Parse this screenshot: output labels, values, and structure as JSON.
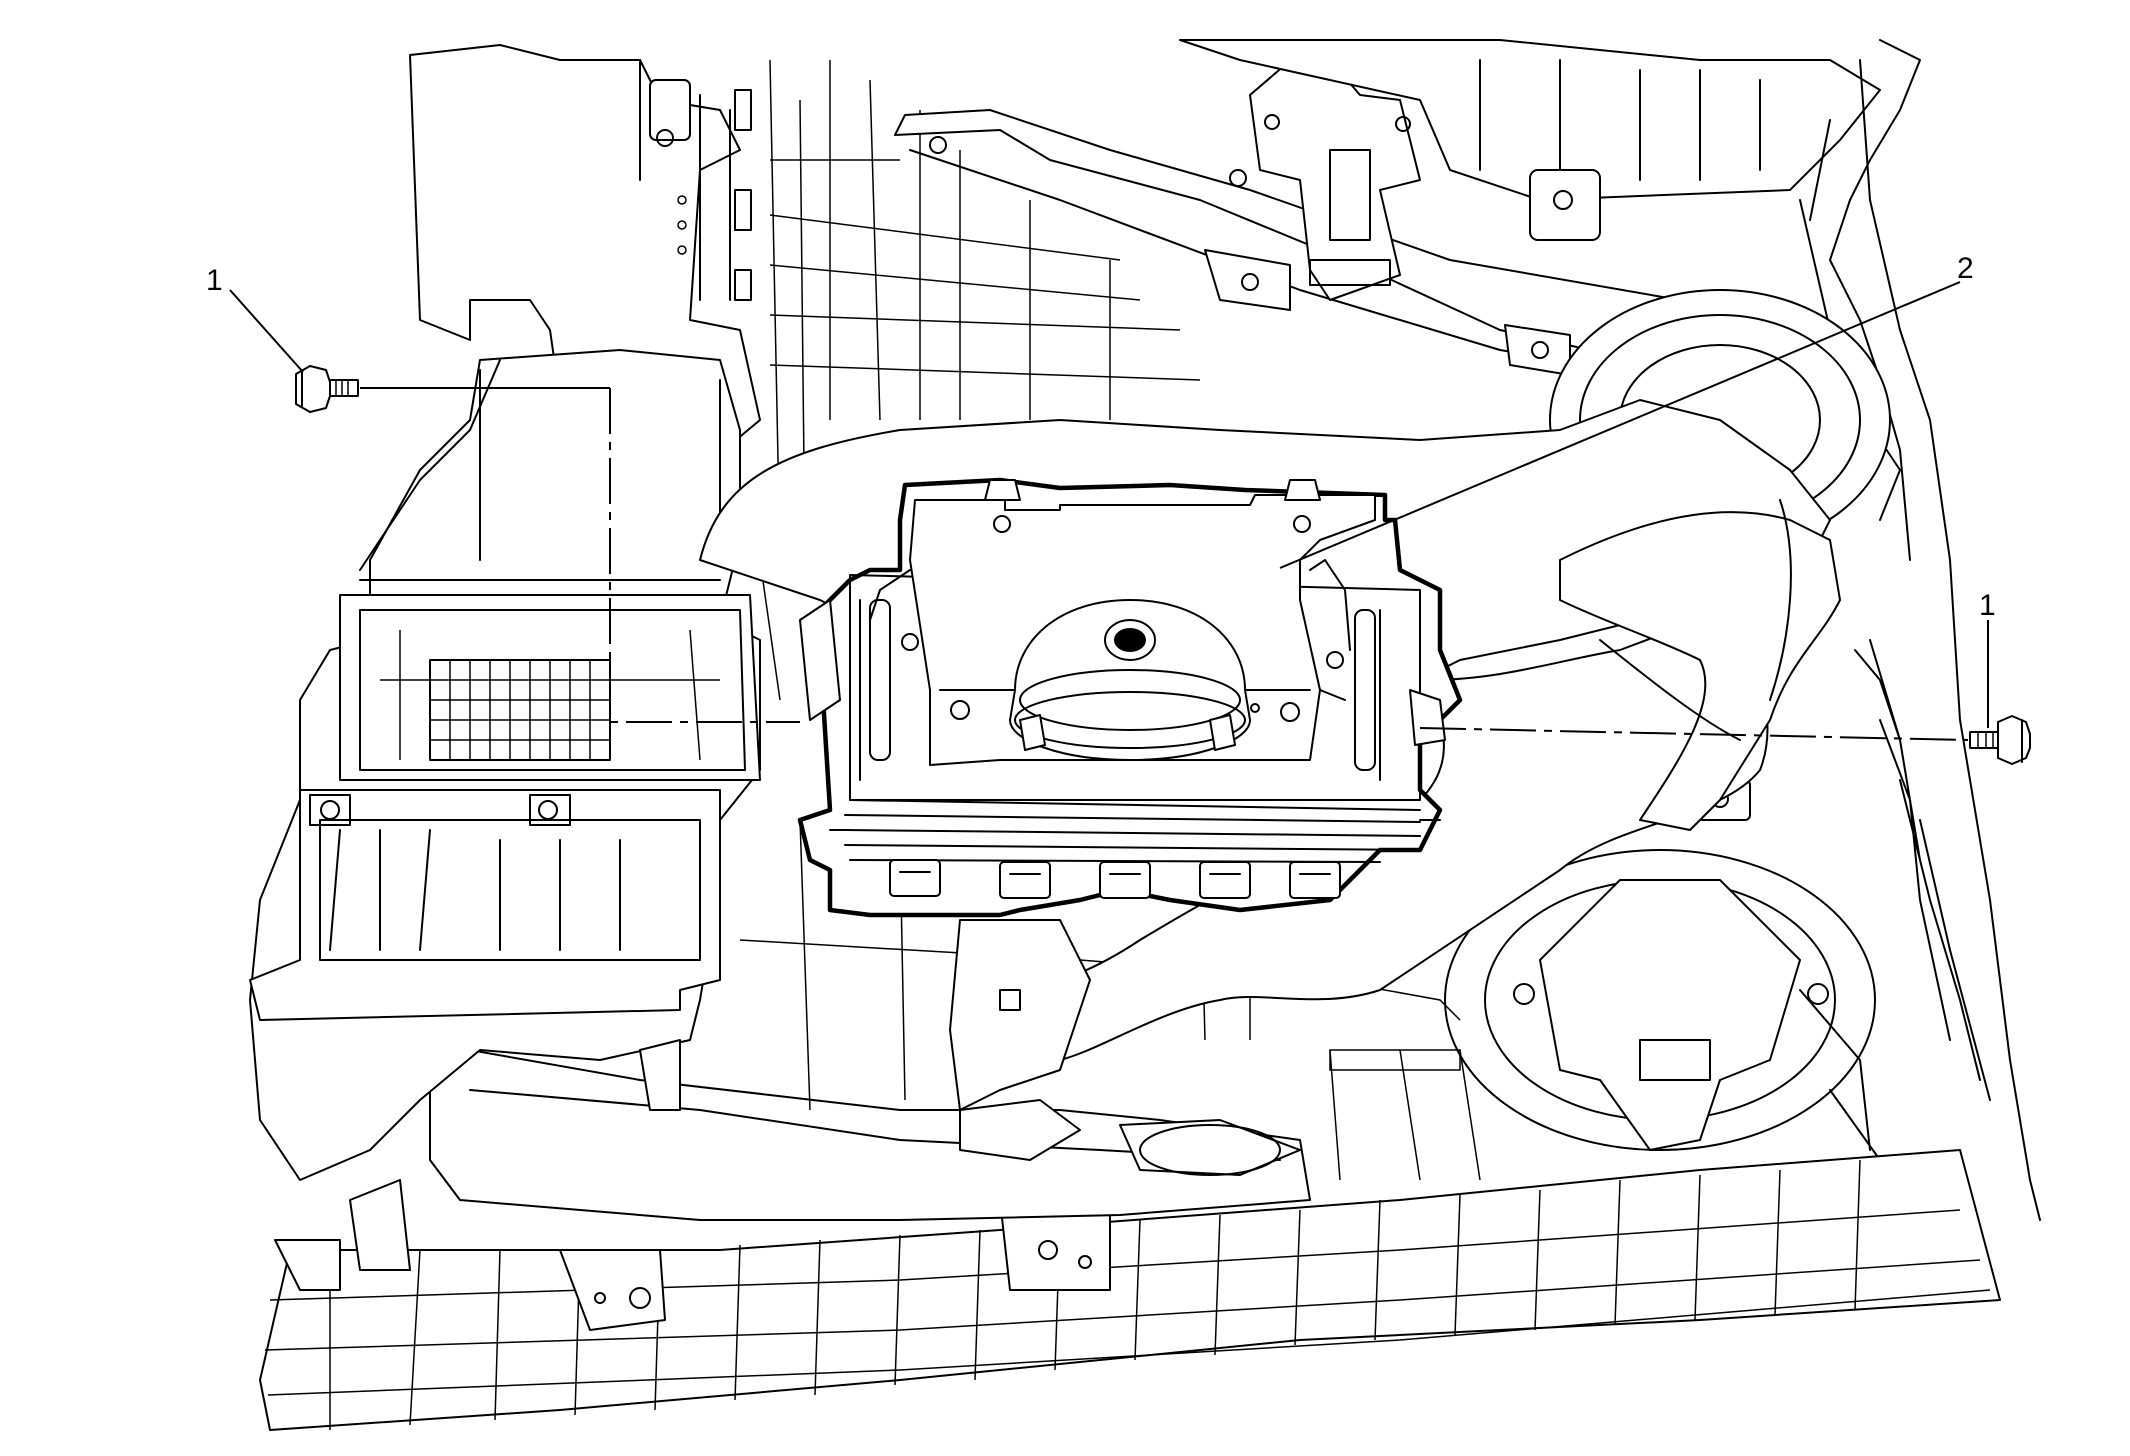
{
  "figure": {
    "description_colors": {
      "line": "#000000",
      "background": "#ffffff"
    },
    "callouts": [
      {
        "id": "bolt-left",
        "label": "1"
      },
      {
        "id": "module",
        "label": "2"
      },
      {
        "id": "bolt-right",
        "label": "1"
      }
    ]
  }
}
